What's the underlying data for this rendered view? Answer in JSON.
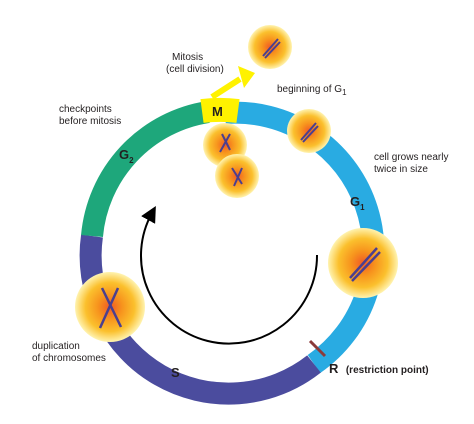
{
  "phases": {
    "m": "M",
    "g1": "G",
    "g1_sub": "1",
    "g2": "G",
    "g2_sub": "2",
    "s": "S",
    "r": "R"
  },
  "annotations": {
    "mitosis_line1": "Mitosis",
    "mitosis_line2": "(cell division)",
    "beginning_g1": "beginning of G",
    "beginning_g1_sub": "1",
    "checkpoints_line1": "checkpoints",
    "checkpoints_line2": "before mitosis",
    "grows_line1": "cell grows nearly",
    "grows_line2": "twice in size",
    "duplication_line1": "duplication",
    "duplication_line2": "of chromosomes",
    "restriction": "(restriction point)"
  },
  "colors": {
    "g1": "#29abe2",
    "g2": "#1ea77b",
    "s": "#4b4c9e",
    "m": "#fff200",
    "restriction_mark": "#8b3a3a",
    "cell_core": "#f7941d",
    "cell_glow": "#fde07a",
    "chromosome": "#4b3f8f",
    "arrow": "#000000"
  }
}
